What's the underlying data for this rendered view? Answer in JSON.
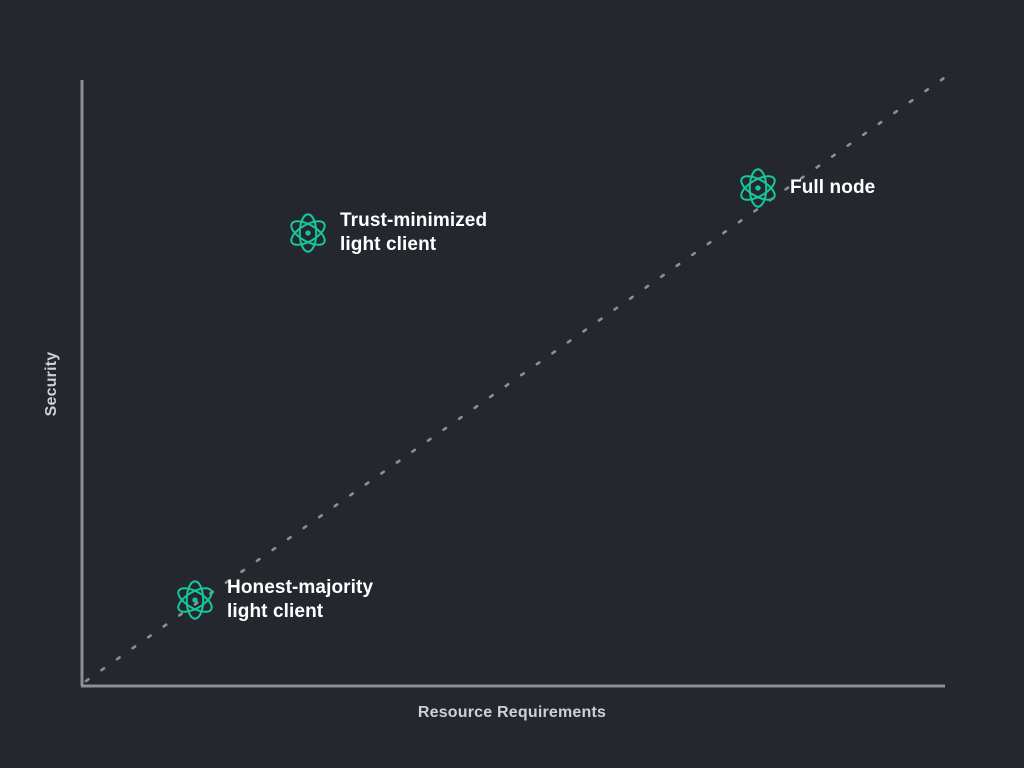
{
  "chart_data": {
    "type": "scatter",
    "title": "",
    "xlabel": "Resource Requirements",
    "ylabel": "Security",
    "xlim": [
      0,
      100
    ],
    "ylim": [
      0,
      100
    ],
    "grid": false,
    "legend": "none",
    "annotations": [
      {
        "label": "Honest-majority\nlight client",
        "x": 12,
        "y": 15,
        "icon": "atom-icon",
        "color": "#17c79a"
      },
      {
        "label": "Trust-minimized\nlight client",
        "x": 25,
        "y": 76,
        "icon": "atom-icon",
        "color": "#17c79a"
      },
      {
        "label": "Full node",
        "x": 79,
        "y": 84,
        "icon": "atom-icon",
        "color": "#17c79a"
      }
    ],
    "trendline": {
      "style": "dotted",
      "color": "#8a9098",
      "from": [
        0,
        0
      ],
      "to": [
        100,
        100
      ]
    }
  },
  "axes": {
    "x_label": "Resource Requirements",
    "y_label": "Security",
    "axis_color": "#8a9098"
  },
  "colors": {
    "background": "#24282e",
    "accent": "#17c79a",
    "axis": "#8a9098",
    "label_text": "#ccd1d6",
    "point_text": "#ffffff"
  },
  "points": [
    {
      "label": "Honest-majority\nlight client",
      "icon": "atom-icon"
    },
    {
      "label": "Trust-minimized\nlight client",
      "icon": "atom-icon"
    },
    {
      "label": "Full node",
      "icon": "atom-icon"
    }
  ]
}
